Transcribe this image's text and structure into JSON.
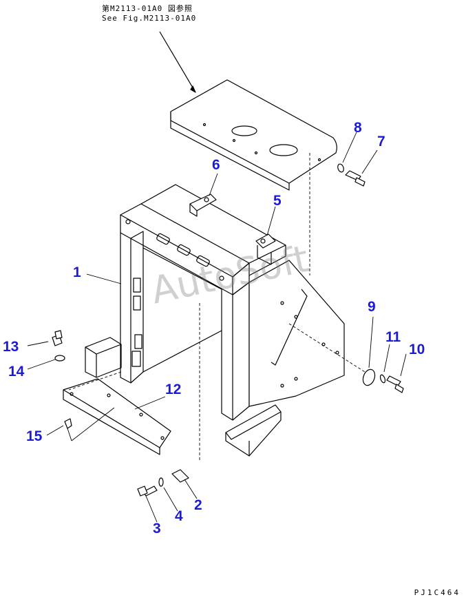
{
  "header": {
    "ref_jp": "第M2113-01A0 図参照",
    "ref_en": "See Fig.M2113-01A0"
  },
  "watermark": "AutoSoft",
  "figure_code": "PJ1C464",
  "callouts": [
    "1",
    "2",
    "3",
    "4",
    "5",
    "6",
    "7",
    "8",
    "9",
    "10",
    "11",
    "12",
    "13",
    "14",
    "15"
  ],
  "colors": {
    "callout": "#1b1bd6",
    "line": "#000000"
  }
}
